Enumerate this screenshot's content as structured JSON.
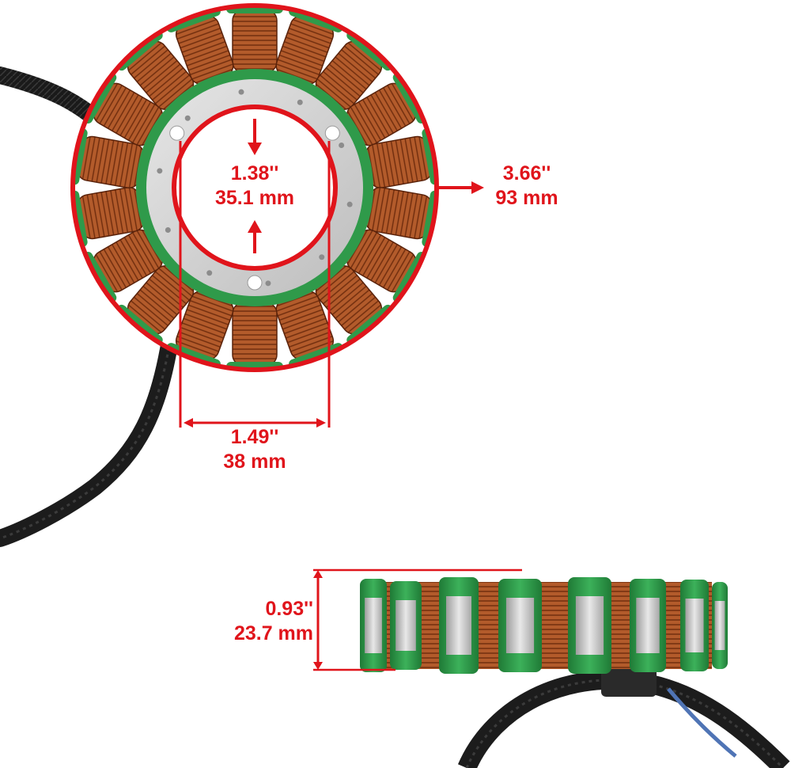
{
  "image": {
    "subject": "stator-coil-product-photo",
    "accent_color": "#e0141b",
    "insulator_color": "#2f9a4a",
    "copper_color": "#b0582a",
    "cable_color": "#1c1c1c"
  },
  "dimensions": {
    "inner_diameter": {
      "inch": "1.38''",
      "mm": "35.1 mm"
    },
    "outer_diameter": {
      "inch": "3.66''",
      "mm": "93 mm"
    },
    "bolt_spacing": {
      "inch": "1.49''",
      "mm": "38 mm"
    },
    "stack_height": {
      "inch": "0.93''",
      "mm": "23.7 mm"
    }
  }
}
